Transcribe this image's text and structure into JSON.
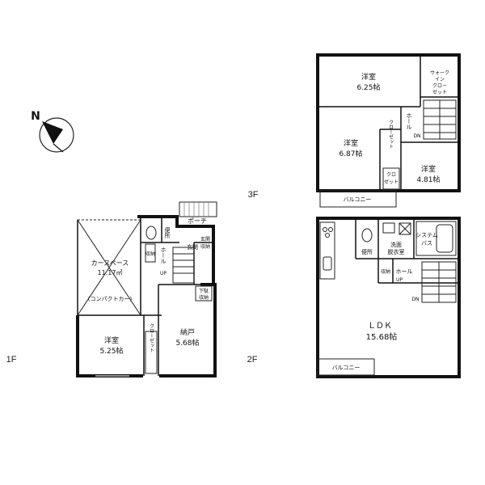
{
  "compass": {
    "label": "N"
  },
  "floors": {
    "f1": "1F",
    "f2": "2F",
    "f3": "3F"
  },
  "floor1": {
    "car_space": "カースペース",
    "car_space_area": "11.17㎡",
    "car_note": "(コンパクトカー)",
    "porch": "ポーチ",
    "toilet": "便所",
    "entrance": "玄関",
    "entrance_storage_1": "玄関",
    "entrance_storage_2": "収納",
    "storage": "収納",
    "hall": "ホール",
    "up": "UP",
    "shoe_storage_1": "下駄",
    "shoe_storage_2": "収納",
    "western_room": "洋室",
    "western_room_area": "5.25帖",
    "closet": "クローゼット",
    "storeroom": "納戸",
    "storeroom_area": "5.68帖"
  },
  "floor2": {
    "ldk": "ＬＤＫ",
    "ldk_area": "15.68帖",
    "balcony": "バルコニー",
    "toilet": "便所",
    "washroom_1": "洗面",
    "washroom_2": "脱衣室",
    "bath_1": "システム",
    "bath_2": "バス",
    "storage": "収納",
    "hall": "ホール",
    "up": "UP",
    "dn": "DN"
  },
  "floor3": {
    "room_a": "洋室",
    "room_a_area": "6.25帖",
    "walk_in_1": "ウォーク",
    "walk_in_2": "イン",
    "walk_in_3": "クロー",
    "walk_in_4": "ゼット",
    "hall": "ホール",
    "dn": "DN",
    "room_b": "洋室",
    "room_b_area": "6.87帖",
    "closet": "クローゼット",
    "closet_small_1": "クロ",
    "closet_small_2": "ゼット",
    "room_c": "洋室",
    "room_c_area": "4.81帖",
    "balcony": "バルコニー"
  }
}
